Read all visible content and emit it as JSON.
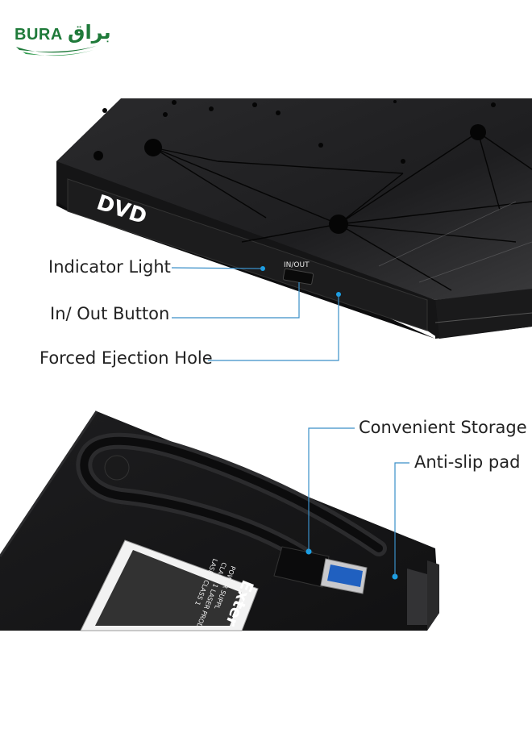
{
  "logo": {
    "latin": "BURA",
    "arabic": "براق"
  },
  "device_top": {
    "dvd_mark": "DVD",
    "button_label": "IN/OUT"
  },
  "device_bottom": {
    "brand_text": "Exter",
    "sticker_lines": [
      "POWER SUPPL",
      "CLASS 1 LASER PROD",
      "LASER CLASS 1"
    ]
  },
  "callouts": {
    "indicator_light": "Indicator Light",
    "in_out_button": "In/ Out Button",
    "forced_ejection_hole": "Forced Ejection Hole",
    "convenient_storage": "Convenient Storage",
    "anti_slip_pad": "Anti-slip pad"
  },
  "colors": {
    "leader_line": "#3a8fc8",
    "device": "#1a1a1b",
    "brand_green": "#1f7a3a"
  }
}
